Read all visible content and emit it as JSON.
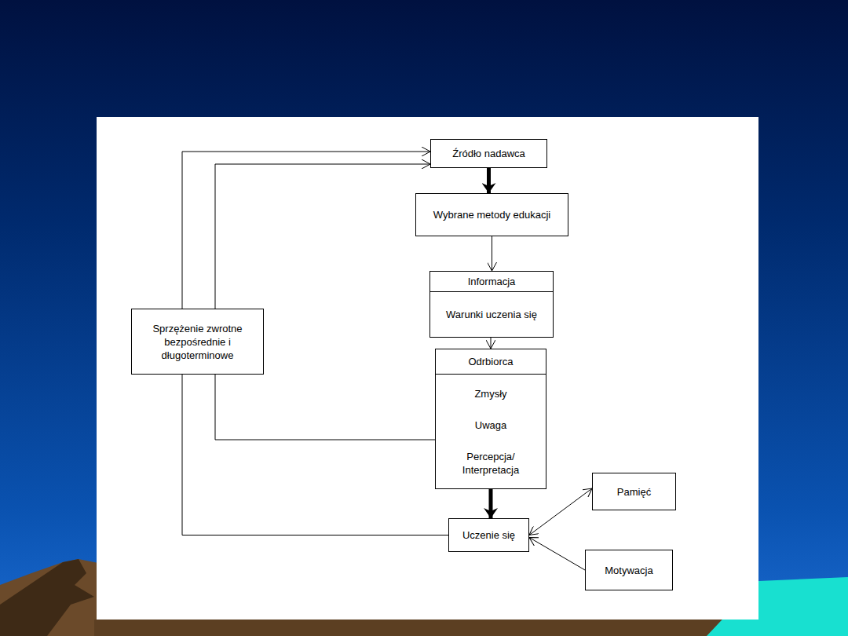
{
  "diagram": {
    "nodes": [
      {
        "text": [
          "Źródło nadawca"
        ]
      },
      {
        "text": [
          "Wybrane metody edukacji"
        ]
      },
      {
        "text": [
          "Informacja",
          "Warunki uczenia się"
        ]
      },
      {
        "text": [
          "Odrbiorca",
          "Zmysły",
          "Uwaga",
          "Percepcja/ Interpretacja"
        ]
      },
      {
        "text": [
          "Sprzężenie zwrotne bezpośrednie i długoterminowe"
        ]
      },
      {
        "text": [
          "Uczenie się"
        ]
      },
      {
        "text": [
          "Pamięć"
        ]
      },
      {
        "text": [
          "Motywacja"
        ]
      }
    ],
    "edges": [
      {
        "from": 0,
        "to": 1,
        "arrow": "to"
      },
      {
        "from": 1,
        "to": 2,
        "arrow": "to"
      },
      {
        "from": 2,
        "to": 3,
        "arrow": "to"
      },
      {
        "from": 3,
        "to": 5,
        "arrow": "to"
      },
      {
        "from": 5,
        "to": 6,
        "arrow": "both"
      },
      {
        "from": 7,
        "to": 5,
        "arrow": "to"
      },
      {
        "from": 4,
        "to": 0,
        "arrow": "to"
      },
      {
        "from": 4,
        "to": 0,
        "arrow": "to"
      },
      {
        "from": 3,
        "to": 4,
        "arrow": "none"
      },
      {
        "from": 5,
        "to": 4,
        "arrow": "none"
      }
    ]
  }
}
